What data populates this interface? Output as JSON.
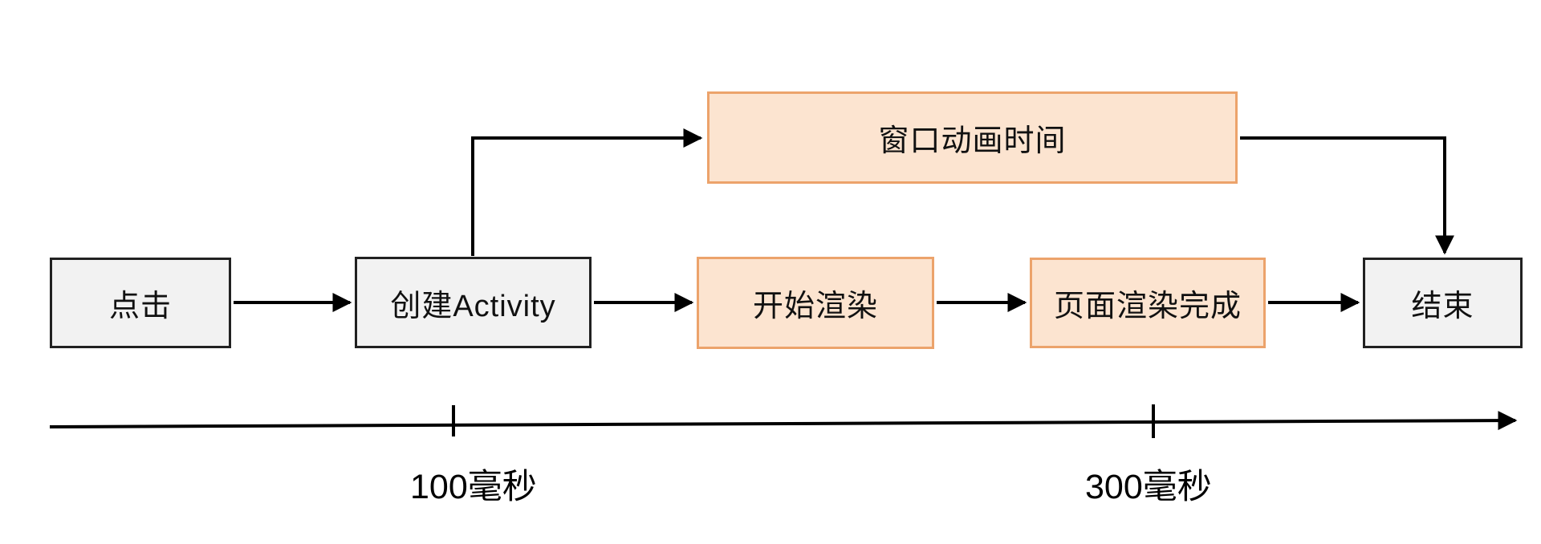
{
  "nodes": {
    "click": {
      "label": "点击"
    },
    "create_activity": {
      "label": "创建Activity"
    },
    "window_animation": {
      "label": "窗口动画时间"
    },
    "start_render": {
      "label": "开始渲染"
    },
    "render_complete": {
      "label": "页面渲染完成"
    },
    "end": {
      "label": "结束"
    }
  },
  "edges": [
    {
      "from": "点击",
      "to": "创建Activity"
    },
    {
      "from": "创建Activity",
      "to": "窗口动画时间"
    },
    {
      "from": "创建Activity",
      "to": "开始渲染"
    },
    {
      "from": "开始渲染",
      "to": "页面渲染完成"
    },
    {
      "from": "页面渲染完成",
      "to": "结束"
    },
    {
      "from": "窗口动画时间",
      "to": "结束"
    }
  ],
  "timeline": {
    "labels": [
      "100毫秒",
      "300毫秒"
    ]
  },
  "colors": {
    "gray_node_fill": "#f2f2f2",
    "gray_node_border": "#212121",
    "orange_node_fill": "#fce4d0",
    "orange_node_border": "#eca36b",
    "connector": "#000000",
    "text": "#111111",
    "background": "#ffffff"
  }
}
